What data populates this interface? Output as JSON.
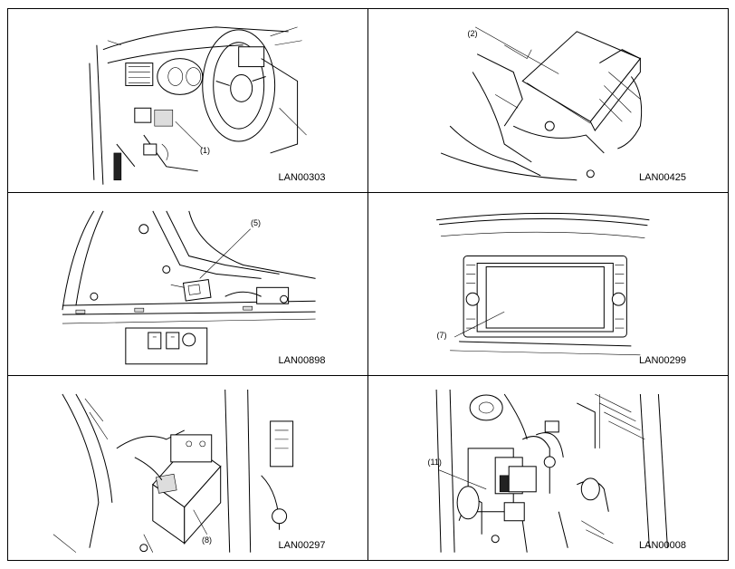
{
  "panels": [
    {
      "code": "LAN00303",
      "callouts": [
        "(1)"
      ]
    },
    {
      "code": "LAN00425",
      "callouts": [
        "(2)"
      ]
    },
    {
      "code": "LAN00898",
      "callouts": [
        "(5)"
      ]
    },
    {
      "code": "LAN00299",
      "callouts": [
        "(7)"
      ]
    },
    {
      "code": "LAN00297",
      "callouts": [
        "(8)"
      ]
    },
    {
      "code": "LAN00008",
      "callouts": [
        "(11)"
      ]
    }
  ]
}
